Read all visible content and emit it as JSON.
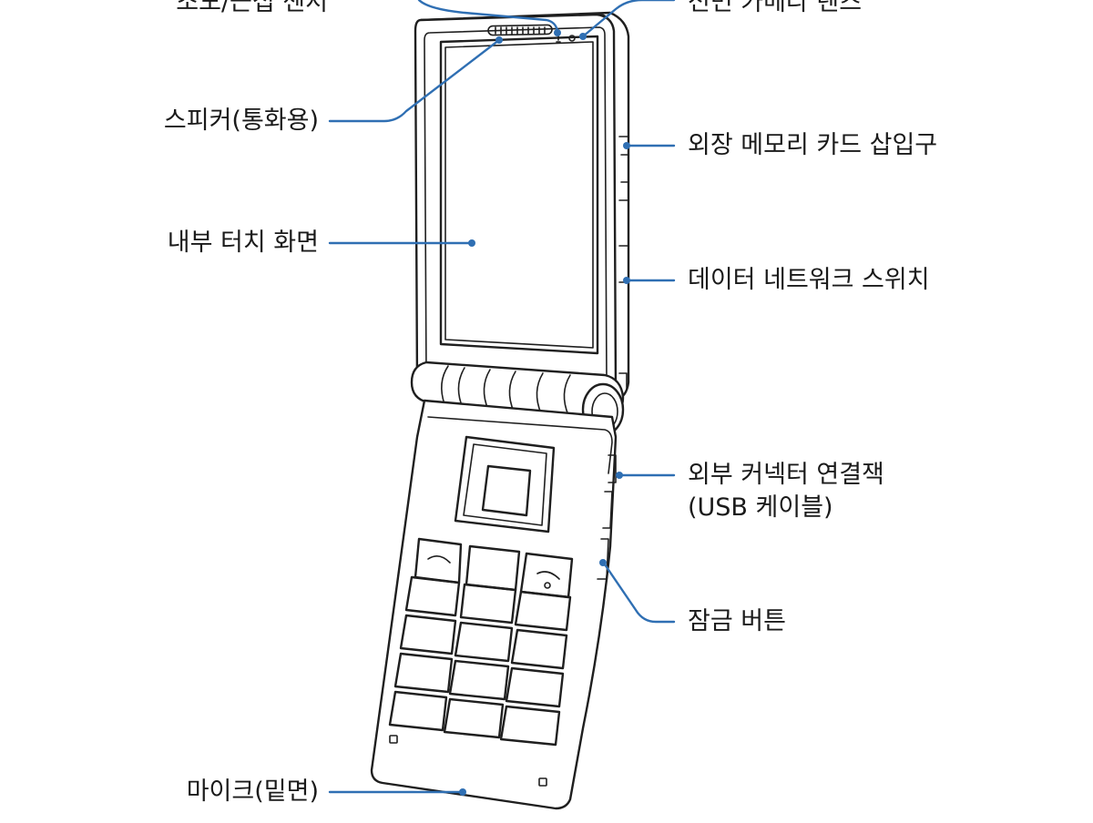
{
  "labels": {
    "proximity_sensor": "조도/근접 센서",
    "front_camera": "전면 카메라 렌즈",
    "speaker": "스피커(통화용)",
    "memory_card": "외장 메모리 카드 삽입구",
    "touch_screen": "내부 터치 화면",
    "data_switch": "데이터 네트워크 스위치",
    "connector_line1": "외부 커넥터 연결잭",
    "connector_line2": "(USB 케이블)",
    "lock_button": "잠금 버튼",
    "microphone": "마이크(밑면)"
  },
  "colors": {
    "leader": "#2f6fb3",
    "outline": "#1f1f1f"
  }
}
